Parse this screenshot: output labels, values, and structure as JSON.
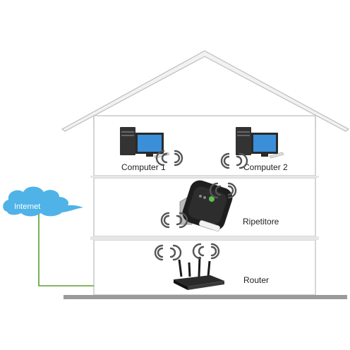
{
  "cloud": {
    "label": "Internet",
    "color": "#4fb3e8"
  },
  "floors": [
    {
      "id": "top",
      "devices": [
        {
          "label": "Computer 1",
          "icon": "desktop-computer-icon"
        },
        {
          "label": "Computer 2",
          "icon": "desktop-computer-icon"
        }
      ]
    },
    {
      "id": "middle",
      "devices": [
        {
          "label": "Ripetitore",
          "icon": "wifi-repeater-icon"
        }
      ]
    },
    {
      "id": "bottom",
      "devices": [
        {
          "label": "Router",
          "icon": "wifi-router-icon"
        }
      ]
    }
  ],
  "colors": {
    "house_outline": "#cfcfcf",
    "floor_fill": "#ffffff",
    "ground": "#9a9a9a",
    "cable": "#5aa02c",
    "signal": "#555555"
  }
}
